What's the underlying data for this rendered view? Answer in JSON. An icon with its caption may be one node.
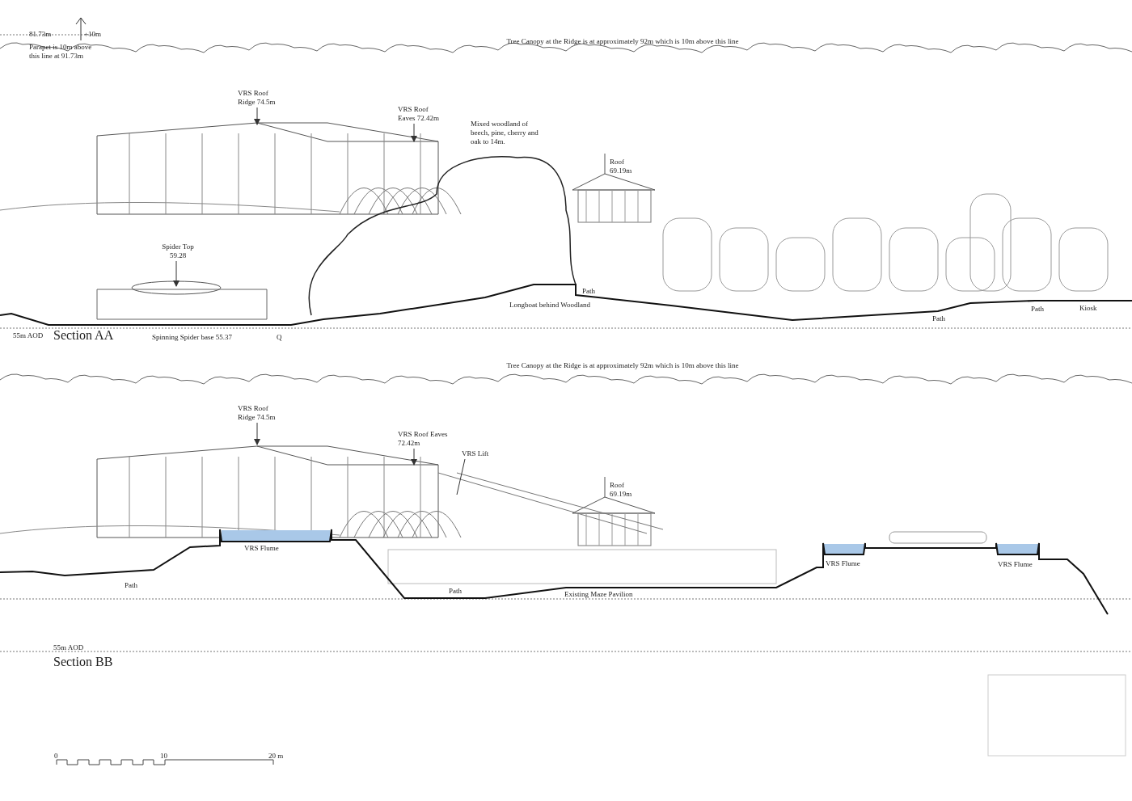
{
  "diagram": {
    "nodes": [
      {
        "text": [
          "Spider Top 59.28"
        ]
      },
      {
        "text": [
          "VRS Roof Ridge 74.5m"
        ]
      },
      {
        "text": [
          "VRS Roof Eaves 72.42m"
        ]
      },
      {
        "text": [
          "VRS Roof Ridge 74.5m"
        ]
      },
      {
        "text": [
          "VRS Roof Eaves 72.42m"
        ]
      },
      {
        "text": [
          "VRS Lift"
        ]
      }
    ],
    "edges": [
      {
        "from": 0,
        "to": null,
        "arrow": "to"
      },
      {
        "from": 1,
        "to": null,
        "arrow": "to"
      },
      {
        "from": 2,
        "to": null,
        "arrow": "to"
      },
      {
        "from": 3,
        "to": null,
        "arrow": "to"
      },
      {
        "from": 4,
        "to": null,
        "arrow": "to"
      },
      {
        "from": 5,
        "to": null,
        "arrow": "none"
      }
    ],
    "labels": [
      "81.73m",
      "+10m",
      "Parapet is 10m above this line at 91.73m",
      "Tree Canopy at the Ridge is at approximately 92m which is 10m above this line",
      "Mixed woodland of beech, pine, cherry and oak to 14m.",
      "Roof 69.19m",
      "Path",
      "Longboat behind Woodland",
      "Path",
      "Path",
      "Kiosk",
      "55m AOD",
      "Section AA",
      "Spinning Spider base 55.37",
      "Q",
      "Tree Canopy at the Ridge is at approximately 92m which is 10m above this line",
      "Roof 69.19m",
      "VRS Flume",
      "VRS Flume",
      "VRS Flume",
      "Path",
      "Path",
      "Existing Maze Pavilion",
      "55m AOD",
      "Section BB",
      "0",
      "10",
      "20 m"
    ]
  }
}
